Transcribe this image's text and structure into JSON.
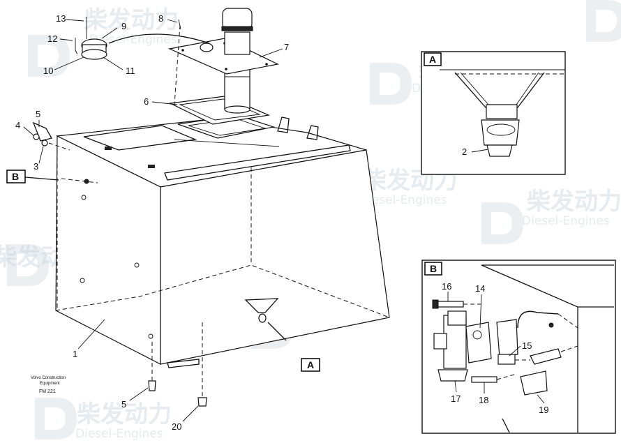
{
  "watermark": {
    "cn_text": "柴发动力",
    "en_text": "Diesel-Engines"
  },
  "callouts": {
    "c1": "1",
    "c2": "2",
    "c3": "3",
    "c4": "4",
    "c5a": "5",
    "c5b": "5",
    "c6": "6",
    "c7": "7",
    "c8": "8",
    "c9": "9",
    "c10": "10",
    "c11": "11",
    "c12": "12",
    "c13": "13",
    "c14": "14",
    "c15": "15",
    "c16": "16",
    "c17": "17",
    "c18": "18",
    "c19": "19",
    "c20": "20"
  },
  "view_labels": {
    "a_marker": "A",
    "b_marker": "B",
    "a_panel": "A",
    "b_panel": "B"
  },
  "footer": {
    "line1": "Volvo Construction",
    "line2": "Equipment",
    "code": "FM 221"
  }
}
